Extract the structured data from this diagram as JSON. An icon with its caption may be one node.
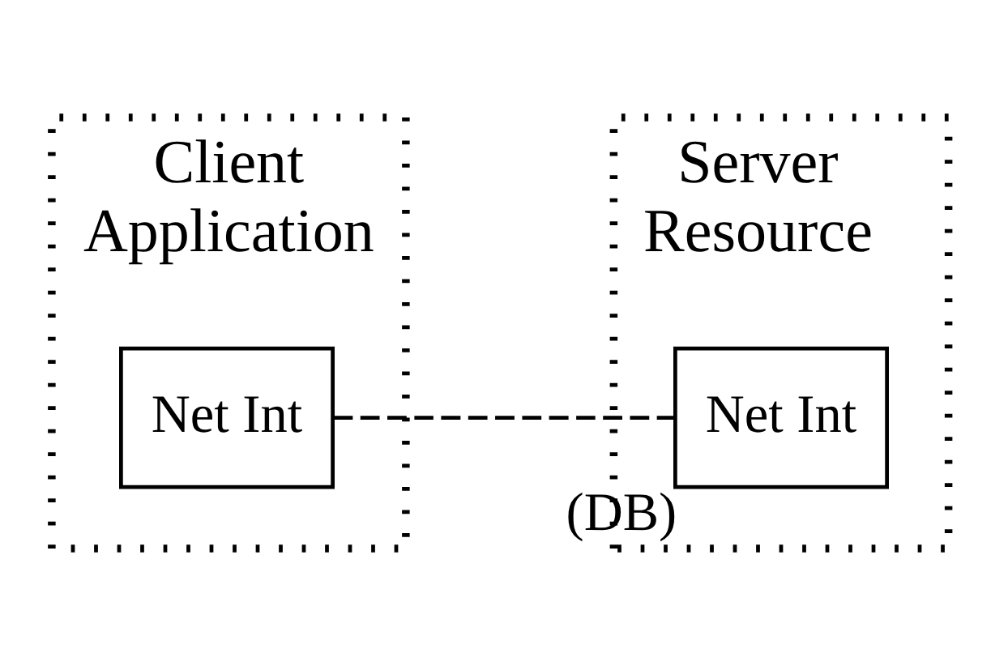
{
  "diagram": {
    "nodes": [
      {
        "text": [
          "Client",
          "Application"
        ]
      },
      {
        "text": [
          "Net Int"
        ],
        "in": 0
      },
      {
        "text": [
          "Server",
          "Resource"
        ]
      },
      {
        "text": [
          "Net Int"
        ],
        "in": 2,
        "beside": [
          "(DB)"
        ]
      }
    ],
    "edges": [
      {
        "from": 1,
        "to": 3,
        "arrow": "none",
        "style": "dashed"
      }
    ]
  }
}
